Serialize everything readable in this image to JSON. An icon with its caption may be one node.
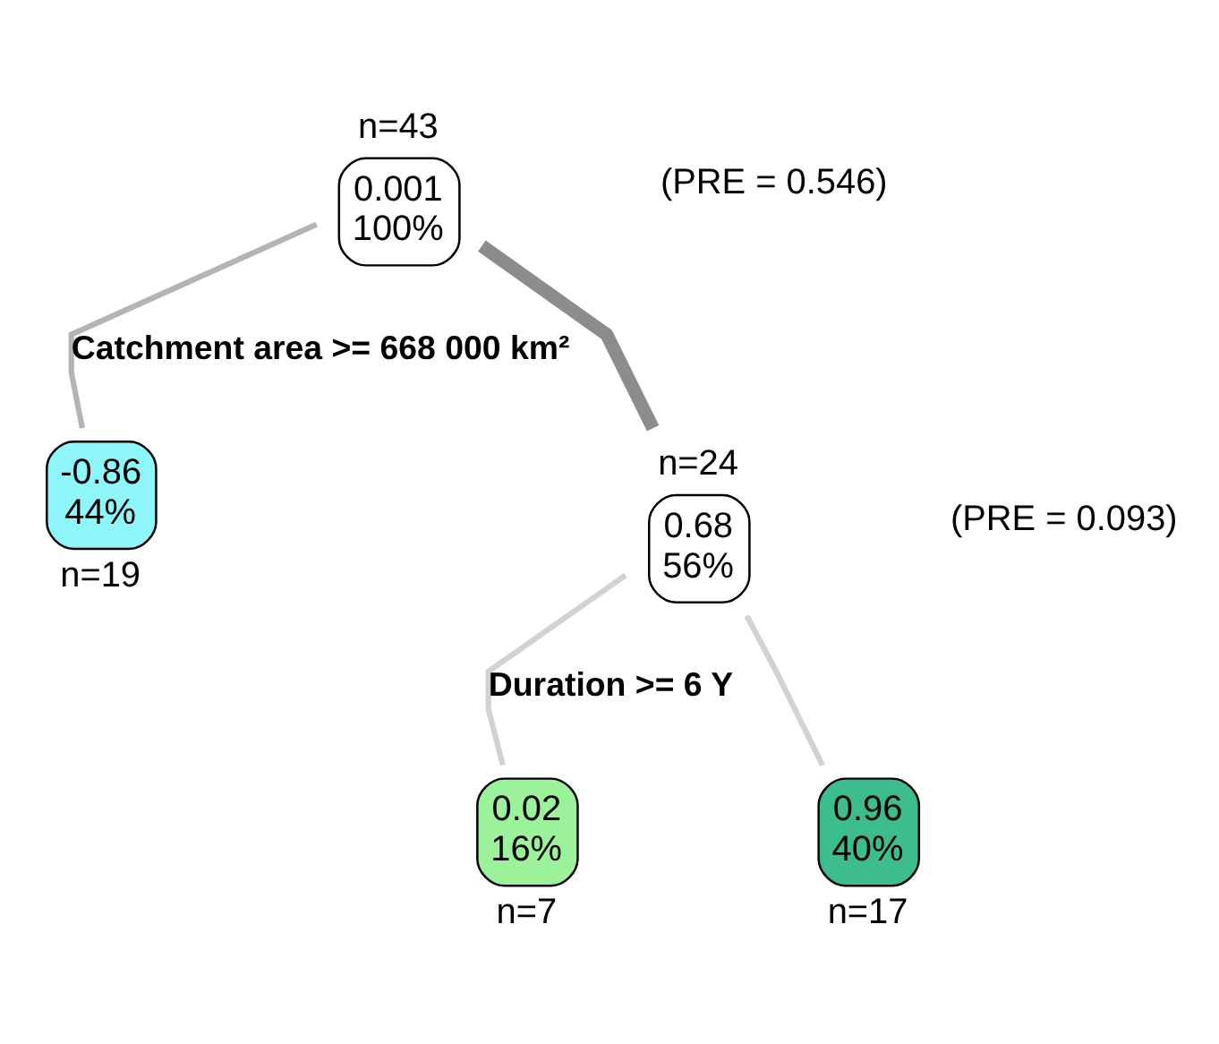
{
  "diagram": {
    "nodes": [
      {
        "text": [
          "0.001",
          "100%"
        ],
        "beside": [
          "n=43"
        ]
      },
      {
        "text": [
          "-0.86",
          "44%"
        ],
        "beside": [
          "n=19"
        ]
      },
      {
        "text": [
          "0.68",
          "56%"
        ],
        "beside": [
          "n=24"
        ]
      },
      {
        "text": [
          "0.02",
          "16%"
        ],
        "beside": [
          "n=7"
        ]
      },
      {
        "text": [
          "0.96",
          "40%"
        ],
        "beside": [
          "n=17"
        ]
      }
    ],
    "edges": [
      {
        "from": 0,
        "to": 1,
        "arrow": "none",
        "label": "Catchment area >= 668 000 km²",
        "color": "#b4b4b4"
      },
      {
        "from": 0,
        "to": 2,
        "arrow": "none",
        "style": "thick",
        "color": "#8c8c8c"
      },
      {
        "from": 2,
        "to": 3,
        "arrow": "none",
        "label": "Duration >= 6 Y",
        "color": "#d2d2d2"
      },
      {
        "from": 2,
        "to": 4,
        "arrow": "none",
        "color": "#d2d2d2"
      }
    ],
    "labels": [
      "(PRE = 0.546)",
      "(PRE = 0.093)"
    ]
  }
}
